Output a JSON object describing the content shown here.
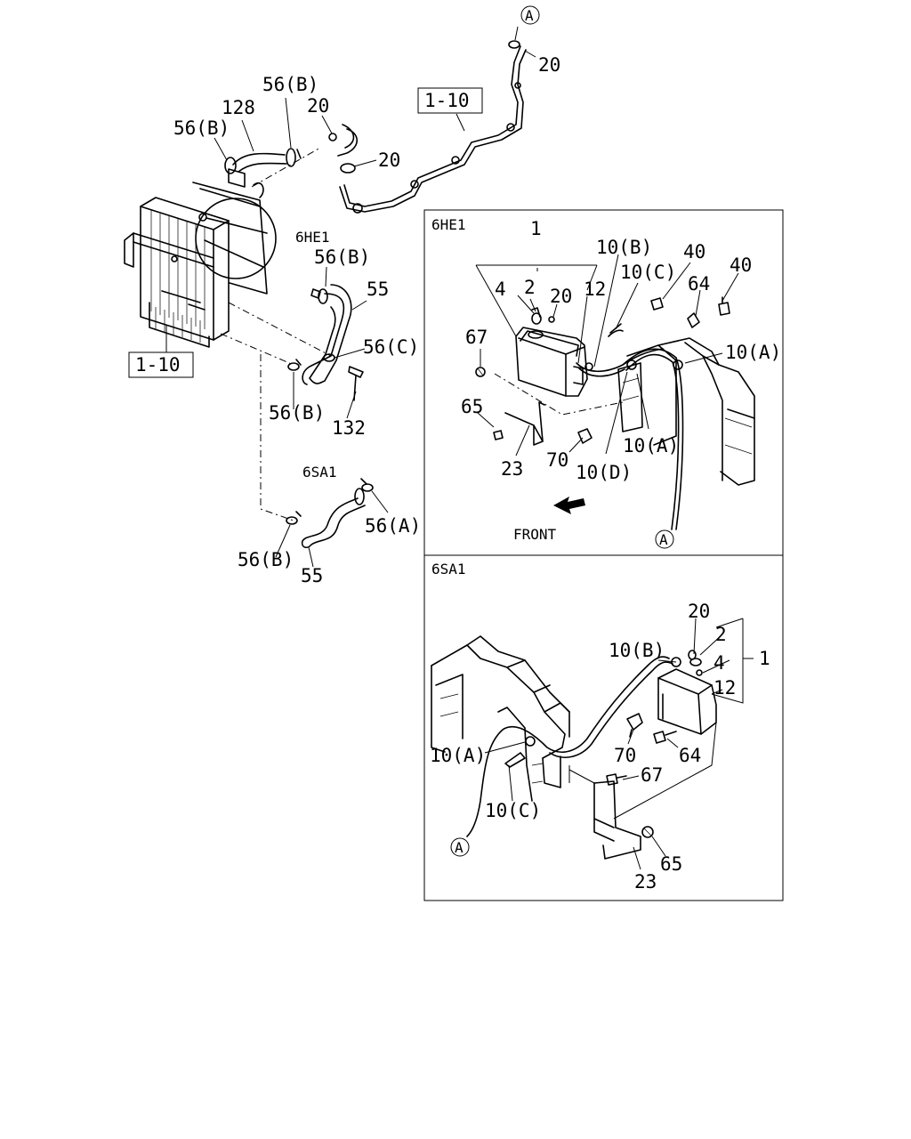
{
  "sections": {
    "main_6he1": "6HE1",
    "main_6sa1": "6SA1",
    "inset_6he1": "6HE1",
    "inset_6sa1": "6SA1"
  },
  "refs": {
    "a": "A",
    "box_1_10": "1-10"
  },
  "front": "FRONT",
  "labels": {
    "p1": "1",
    "p2": "2",
    "p4": "4",
    "p10a": "10(A)",
    "p10b": "10(B)",
    "p10c": "10(C)",
    "p10d": "10(D)",
    "p12": "12",
    "p20": "20",
    "p23": "23",
    "p40": "40",
    "p55": "55",
    "p56a": "56(A)",
    "p56b": "56(B)",
    "p56c": "56(C)",
    "p64": "64",
    "p65": "65",
    "p67": "67",
    "p70": "70",
    "p128": "128",
    "p132": "132"
  }
}
